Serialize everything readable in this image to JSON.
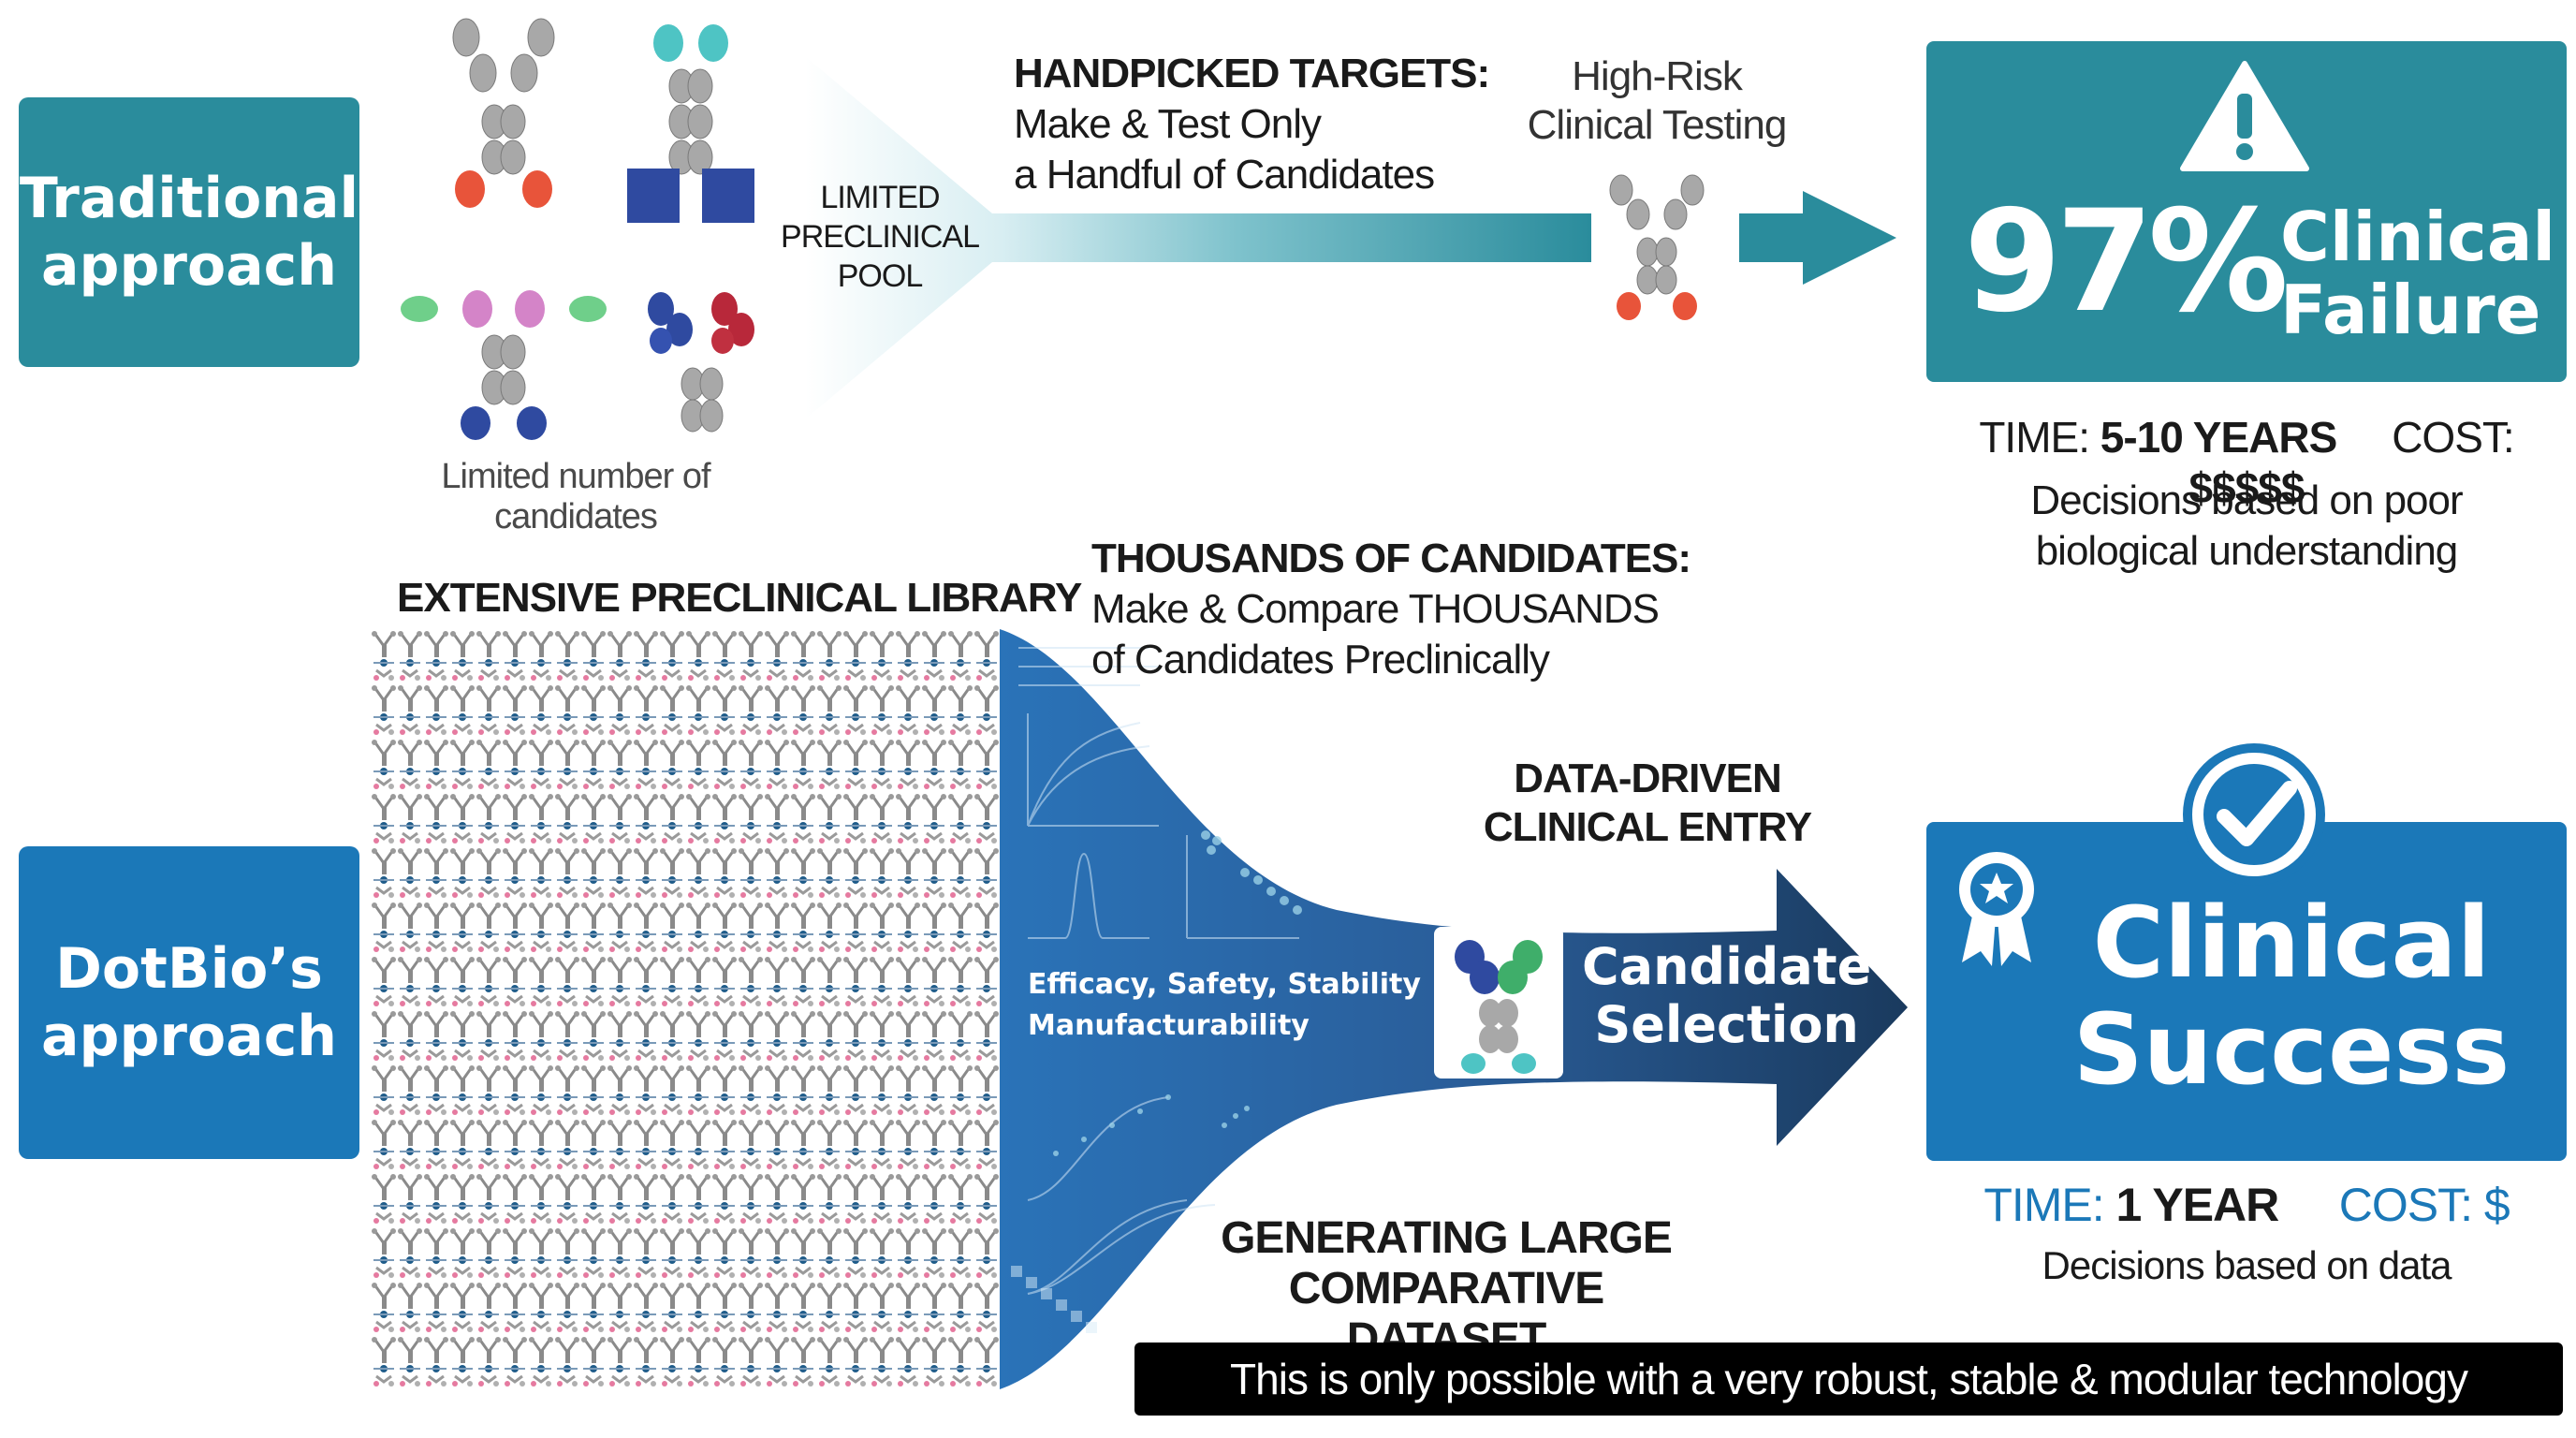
{
  "traditional": {
    "label_line1": "Traditional",
    "label_line2": "approach",
    "candidates_caption": "Limited number of candidates",
    "pool_label_line1": "LIMITED",
    "pool_label_line2": "PRECLINICAL",
    "pool_label_line3": "POOL",
    "handpicked_title": "HANDPICKED TARGETS:",
    "handpicked_line1": "Make & Test Only",
    "handpicked_line2": "a Handful of Candidates",
    "risk_line1": "High-Risk",
    "risk_line2": "Clinical Testing",
    "result_percent": "97%",
    "result_line1": "Clinical",
    "result_line2": "Failure",
    "time_label": "TIME:",
    "time_value": "5-10 YEARS",
    "cost_label": "COST:",
    "cost_value": "$$$$$",
    "note_line1": "Decisions based on poor",
    "note_line2": "biological understanding"
  },
  "dotbio": {
    "label_line1": "DotBio’s",
    "label_line2": "approach",
    "library_title": "EXTENSIVE PRECLINICAL LIBRARY",
    "thousands_title": "THOUSANDS OF CANDIDATES:",
    "thousands_line1": "Make & Compare THOUSANDS",
    "thousands_line2": "of Candidates Preclinically",
    "funnel_line1": "Efficacy, Safety, Stability",
    "funnel_line2": "Manufacturability",
    "entry_line1": "DATA-DRIVEN",
    "entry_line2": "CLINICAL ENTRY",
    "selection_line1": "Candidate",
    "selection_line2": "Selection",
    "dataset_line1": "GENERATING LARGE",
    "dataset_line2": "COMPARATIVE DATASET",
    "result_line1": "Clinical",
    "result_line2": "Success",
    "time_label": "TIME:",
    "time_value": "1 YEAR",
    "cost_label": "COST: $",
    "note": "Decisions based on data"
  },
  "footer_banner": "This is only possible with a very robust, stable & modular technology",
  "colors": {
    "teal": "#2a8c9c",
    "blue": "#1b78b8",
    "navy": "#1a3a5e",
    "black": "#000000"
  },
  "icons": [
    "warning-icon",
    "checkmark-icon",
    "award-ribbon-icon",
    "antibody-icon"
  ]
}
